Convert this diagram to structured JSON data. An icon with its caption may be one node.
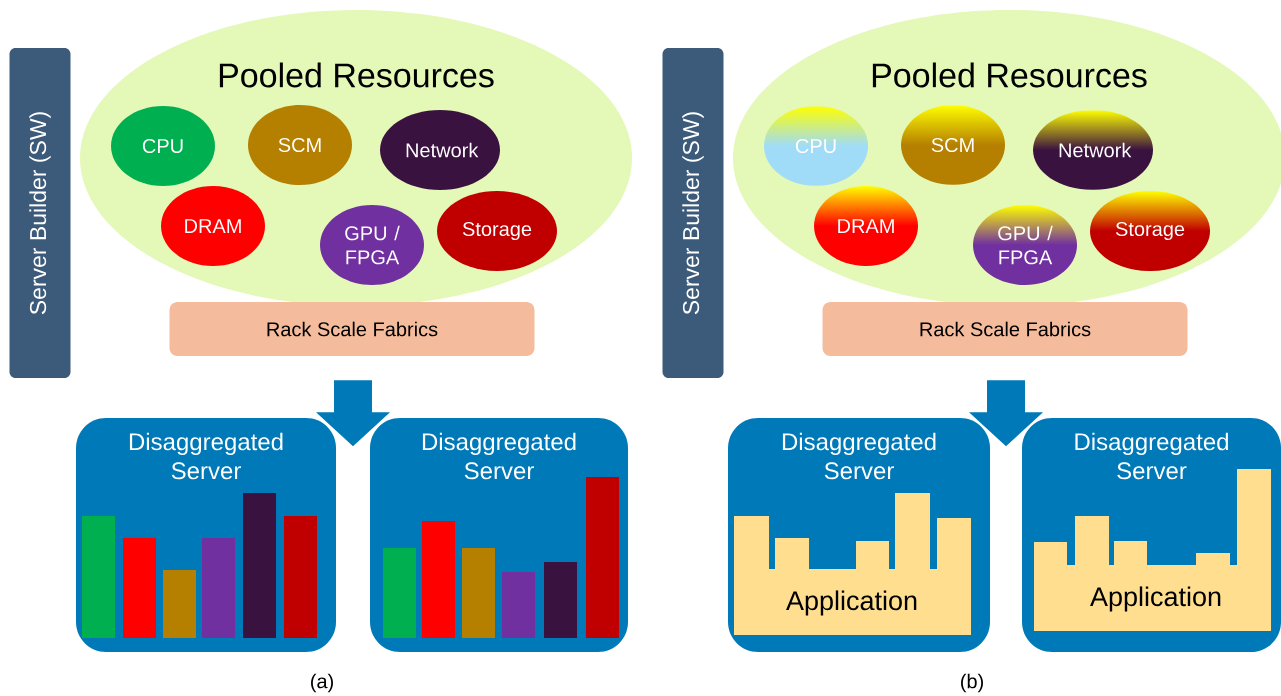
{
  "diagram": {
    "nodes": [
      {
        "text": [
          "Server Builder (SW)"
        ]
      },
      {
        "text": [
          "Pooled Resources"
        ]
      },
      {
        "text": [
          "CPU"
        ],
        "in": 1
      },
      {
        "text": [
          "SCM"
        ],
        "in": 1
      },
      {
        "text": [
          "Network"
        ],
        "in": 1
      },
      {
        "text": [
          "DRAM"
        ],
        "in": 1
      },
      {
        "text": [
          "GPU / FPGA"
        ],
        "in": 1
      },
      {
        "text": [
          "Storage"
        ],
        "in": 1
      },
      {
        "text": [
          "Rack Scale Fabrics"
        ]
      },
      {
        "text": [
          "Disaggregated Server"
        ]
      },
      {
        "text": [
          "Disaggregated Server"
        ]
      },
      {
        "text": [
          "Server Builder (SW)"
        ]
      },
      {
        "text": [
          "Pooled Resources"
        ]
      },
      {
        "text": [
          "CPU"
        ],
        "in": 12
      },
      {
        "text": [
          "SCM"
        ],
        "in": 12
      },
      {
        "text": [
          "Network"
        ],
        "in": 12
      },
      {
        "text": [
          "DRAM"
        ],
        "in": 12
      },
      {
        "text": [
          "GPU / FPGA"
        ],
        "in": 12
      },
      {
        "text": [
          "Storage"
        ],
        "in": 12
      },
      {
        "text": [
          "Rack Scale Fabrics"
        ]
      },
      {
        "text": [
          "Disaggregated Server"
        ]
      },
      {
        "text": [
          "Application"
        ],
        "in": 20
      },
      {
        "text": [
          "Disaggregated Server"
        ]
      },
      {
        "text": [
          "Application"
        ],
        "in": 22
      }
    ],
    "edges": [
      {
        "from": 8,
        "to": null,
        "arrow": "to"
      },
      {
        "from": 19,
        "to": null,
        "arrow": "to"
      }
    ],
    "labels": [
      "(a)",
      "(b)"
    ]
  }
}
